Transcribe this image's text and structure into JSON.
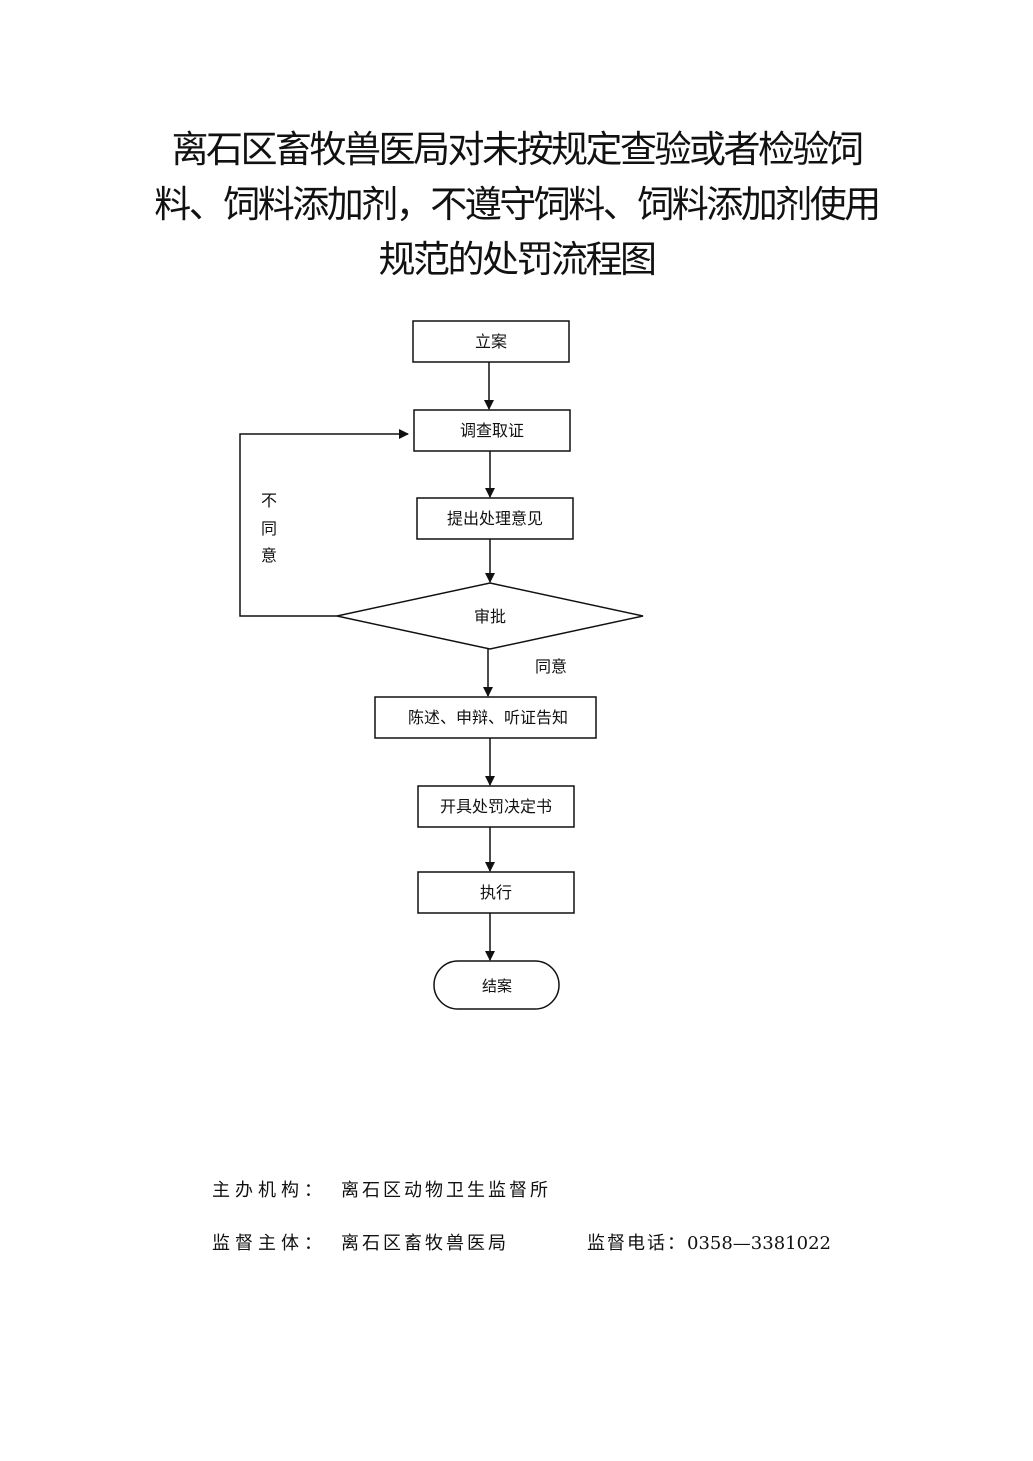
{
  "title": {
    "line1": "离石区畜牧兽医局对未按规定查验或者检验饲",
    "line2": "料、饲料添加剂，不遵守饲料、饲料添加剂使用",
    "line3": "规范的处罚流程图"
  },
  "flow": {
    "step_register": "立案",
    "step_investigate": "调查取证",
    "step_propose": "提出处理意见",
    "decision_approve": "审批",
    "edge_disagree": [
      "不",
      "同",
      "意"
    ],
    "edge_agree": "同意",
    "step_notify": "陈述、申辩、听证告知",
    "step_decision_doc": "开具处罚决定书",
    "step_execute": "执行",
    "step_close": "结案"
  },
  "footer": {
    "organizer_label": "主办机构：",
    "organizer_value": "离石区动物卫生监督所",
    "supervisor_label": "监督主体：",
    "supervisor_value": "离石区畜牧兽医局",
    "phone_label": "监督电话：",
    "phone_value": "0358—3381022"
  }
}
